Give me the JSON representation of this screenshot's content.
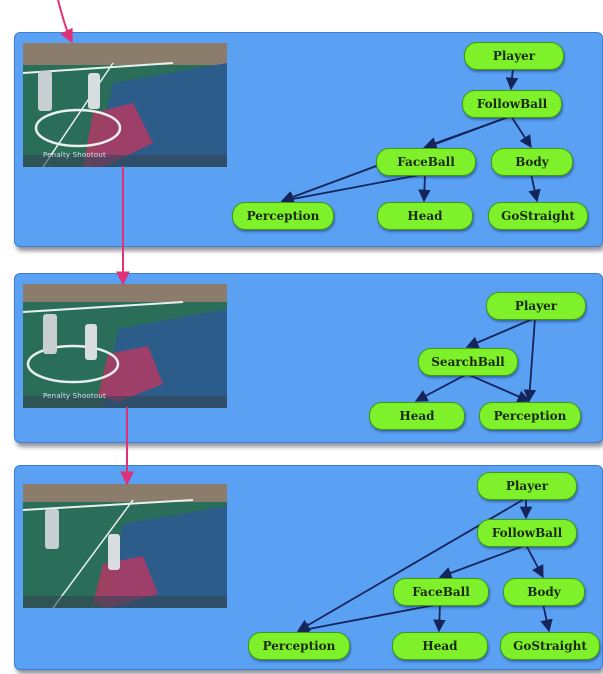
{
  "colors": {
    "panel_bg": "#5aa1f3",
    "node_fill": "#7ef12b",
    "node_border": "#3d9a12",
    "edge": "#15245a",
    "link_arrow": "#e0307a",
    "field_green": "#1f6b55",
    "field_blue": "#2c5c8a",
    "robot_area": "#b23a63"
  },
  "panels": [
    {
      "screenshot_label": "Penalty Shootout",
      "nodes": [
        {
          "id": "player",
          "label": "Player"
        },
        {
          "id": "followball",
          "label": "FollowBall"
        },
        {
          "id": "faceball",
          "label": "FaceBall"
        },
        {
          "id": "body",
          "label": "Body"
        },
        {
          "id": "perception",
          "label": "Perception"
        },
        {
          "id": "head",
          "label": "Head"
        },
        {
          "id": "gostraight",
          "label": "GoStraight"
        }
      ],
      "edges": [
        [
          "player",
          "followball"
        ],
        [
          "followball",
          "faceball"
        ],
        [
          "followball",
          "body"
        ],
        [
          "faceball",
          "perception"
        ],
        [
          "faceball",
          "head"
        ],
        [
          "body",
          "gostraight"
        ],
        [
          "followball",
          "perception"
        ]
      ]
    },
    {
      "screenshot_label": "Penalty Shootout",
      "nodes": [
        {
          "id": "player",
          "label": "Player"
        },
        {
          "id": "searchball",
          "label": "SearchBall"
        },
        {
          "id": "head",
          "label": "Head"
        },
        {
          "id": "perception",
          "label": "Perception"
        }
      ],
      "edges": [
        [
          "player",
          "searchball"
        ],
        [
          "player",
          "perception"
        ],
        [
          "searchball",
          "head"
        ],
        [
          "searchball",
          "perception"
        ]
      ]
    },
    {
      "screenshot_label": "",
      "nodes": [
        {
          "id": "player",
          "label": "Player"
        },
        {
          "id": "followball",
          "label": "FollowBall"
        },
        {
          "id": "faceball",
          "label": "FaceBall"
        },
        {
          "id": "body",
          "label": "Body"
        },
        {
          "id": "perception",
          "label": "Perception"
        },
        {
          "id": "head",
          "label": "Head"
        },
        {
          "id": "gostraight",
          "label": "GoStraight"
        }
      ],
      "edges": [
        [
          "player",
          "followball"
        ],
        [
          "followball",
          "faceball"
        ],
        [
          "followball",
          "body"
        ],
        [
          "faceball",
          "perception"
        ],
        [
          "faceball",
          "head"
        ],
        [
          "body",
          "gostraight"
        ],
        [
          "player",
          "perception"
        ]
      ]
    }
  ]
}
